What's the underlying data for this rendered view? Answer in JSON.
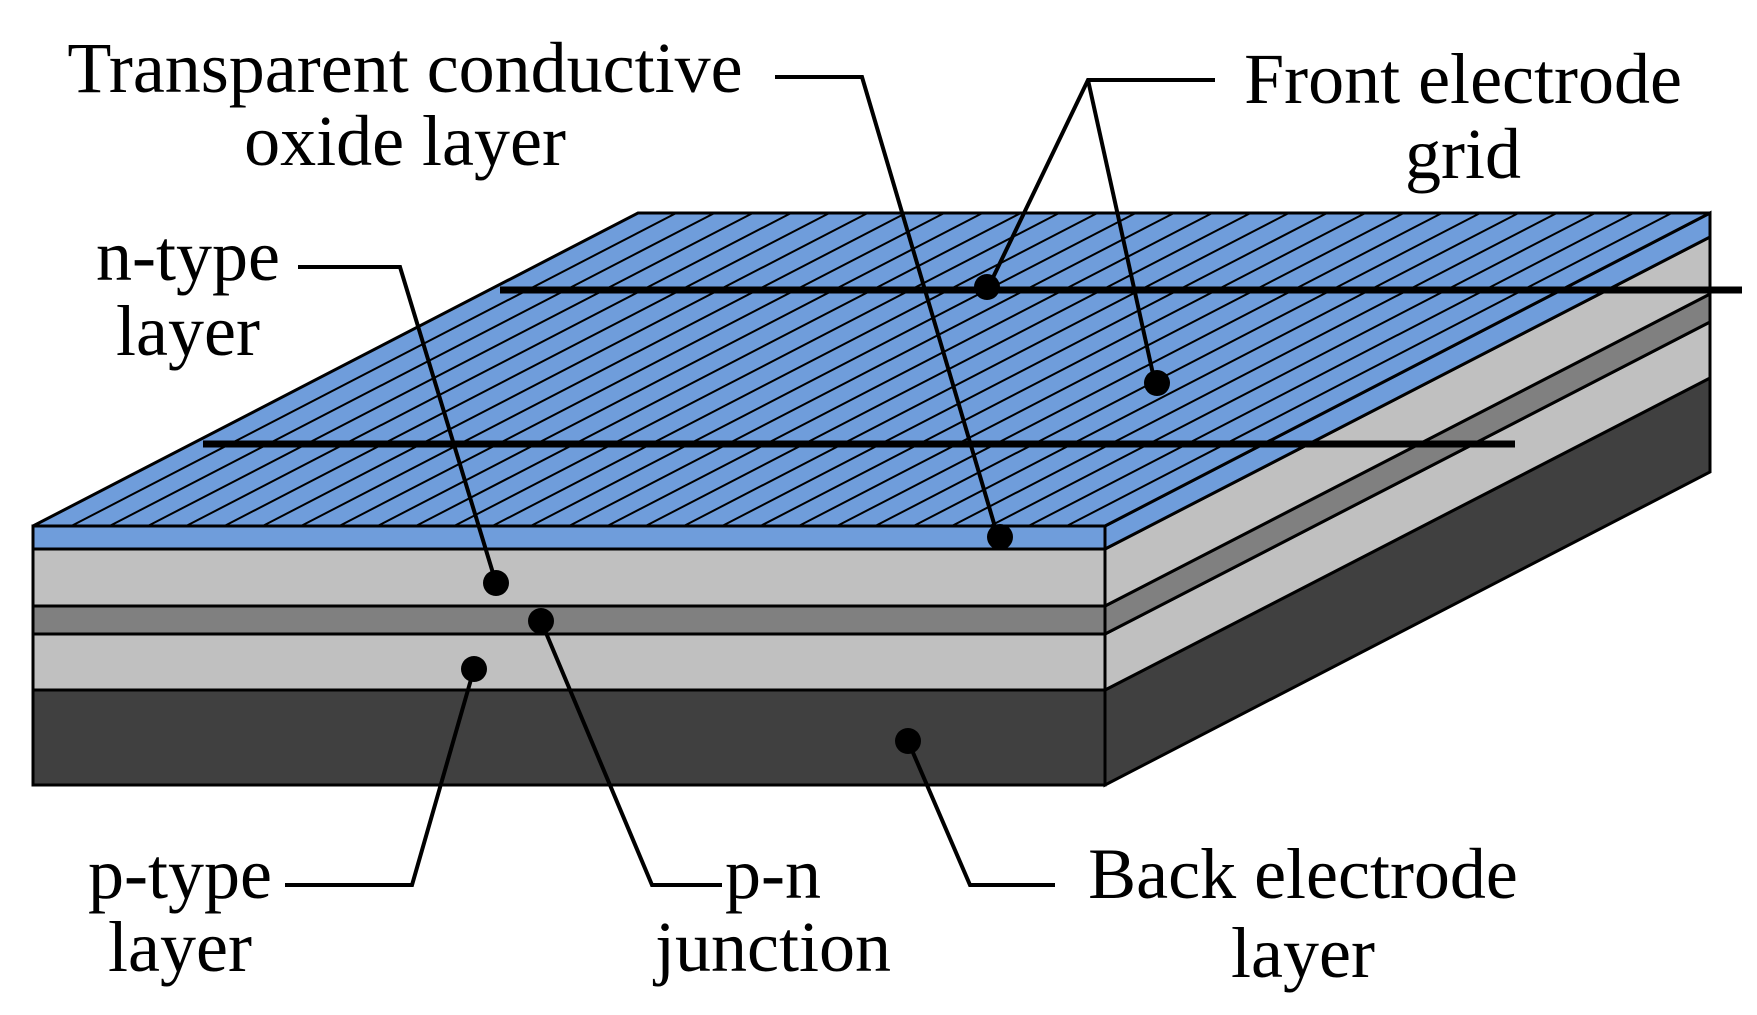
{
  "labels": {
    "tco": [
      "Transparent conductive",
      "oxide layer"
    ],
    "front_grid": [
      "Front electrode",
      "grid"
    ],
    "n_type": [
      "n-type",
      "layer"
    ],
    "p_type": [
      "p-type",
      "layer"
    ],
    "pn_junction": [
      "p-n",
      "junction"
    ],
    "back_electrode": [
      "Back electrode",
      "layer"
    ]
  },
  "colors": {
    "tco": "#6f9ddb",
    "n_layer": "#c0c0c0",
    "junction": "#808080",
    "p_layer": "#c0c0c0",
    "back_electrode": "#404040",
    "lines": "#000000"
  }
}
